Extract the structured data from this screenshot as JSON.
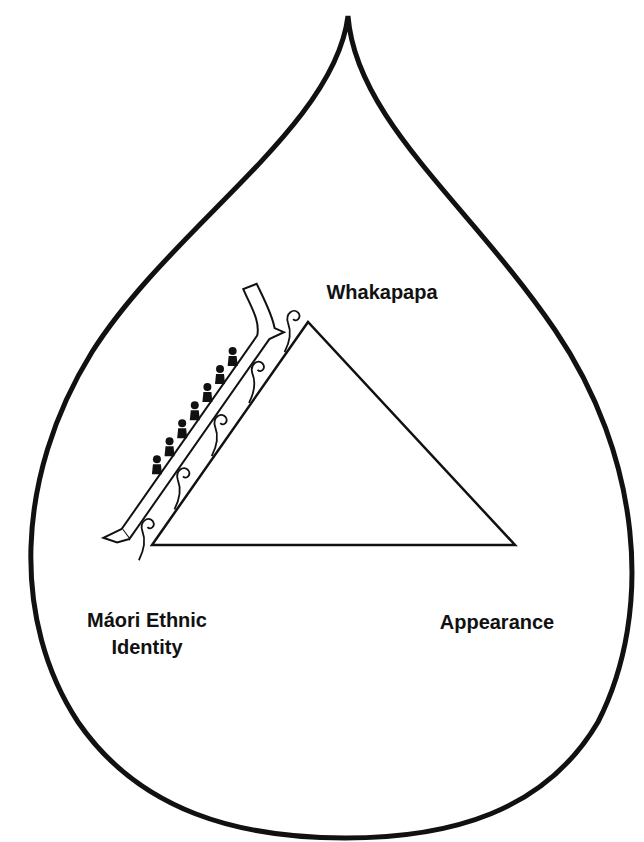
{
  "diagram": {
    "labels": [
      "Whakapapa",
      "Máori Ethnic Identity",
      "Appearance"
    ]
  }
}
